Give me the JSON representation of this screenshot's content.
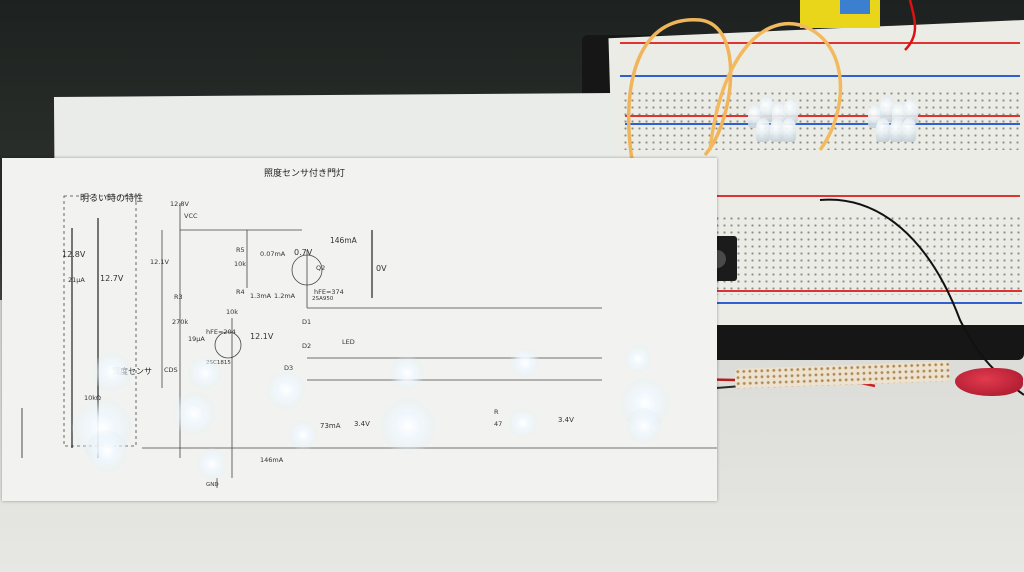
{
  "photo": {
    "description_tag": "LED gate-light circuit with schematic sheet and breadboard",
    "schematic": {
      "title": "照度センサ付き門灯",
      "subtitle": "明るい時の特性",
      "sensor_label": "照度センサ",
      "labels": [
        "12.8V",
        "VCC",
        "12.8V",
        "12.7V",
        "21μA",
        "12.1V",
        "R5",
        "10k",
        "0.07mA",
        "0.7V",
        "146mA",
        "Q2",
        "hFE=374",
        "2SA950",
        "0V",
        "R3",
        "270k",
        "R4",
        "10k",
        "1.3mA",
        "1.2mA",
        "hFE=204",
        "19μA",
        "2SC1815",
        "12.1V",
        "D1",
        "D2",
        "D3",
        "LED",
        "3.4V",
        "73mA",
        "146mA",
        "GND",
        "R",
        "47",
        "CDS",
        "10kΩ",
        "3.4V"
      ]
    }
  }
}
